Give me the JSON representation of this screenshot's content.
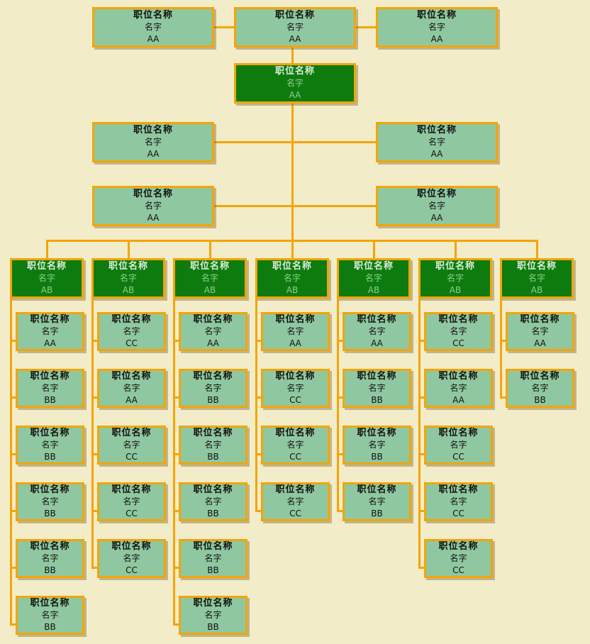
{
  "chart": {
    "node_title": "职位名称",
    "node_name": "名字",
    "colors": {
      "background": "#F2ECC9",
      "connector_and_border": "#F3A508",
      "node_fill_light": "#8FC8A0",
      "node_fill_dark": "#0E7B0E",
      "dark_node_title_text": "#D9EDD9",
      "dark_node_body_text": "#8FCE8F",
      "light_node_text": "#111111"
    },
    "top_level_codes": [
      "AA",
      "AA",
      "AA"
    ],
    "root_code": "AA",
    "staff_row1_codes": [
      "AA",
      "AA"
    ],
    "staff_row2_codes": [
      "AA",
      "AA"
    ],
    "departments": [
      {
        "code": "AB",
        "children": [
          "AA",
          "BB",
          "BB",
          "BB",
          "BB",
          "BB"
        ]
      },
      {
        "code": "AB",
        "children": [
          "CC",
          "AA",
          "CC",
          "CC",
          "CC"
        ]
      },
      {
        "code": "AB",
        "children": [
          "AA",
          "BB",
          "BB",
          "BB",
          "BB",
          "BB"
        ]
      },
      {
        "code": "AB",
        "children": [
          "AA",
          "CC",
          "CC",
          "CC"
        ]
      },
      {
        "code": "AB",
        "children": [
          "AA",
          "BB",
          "BB",
          "BB"
        ]
      },
      {
        "code": "AB",
        "children": [
          "CC",
          "AA",
          "CC",
          "CC",
          "CC"
        ]
      },
      {
        "code": "AB",
        "children": [
          "AA",
          "BB"
        ]
      }
    ]
  }
}
